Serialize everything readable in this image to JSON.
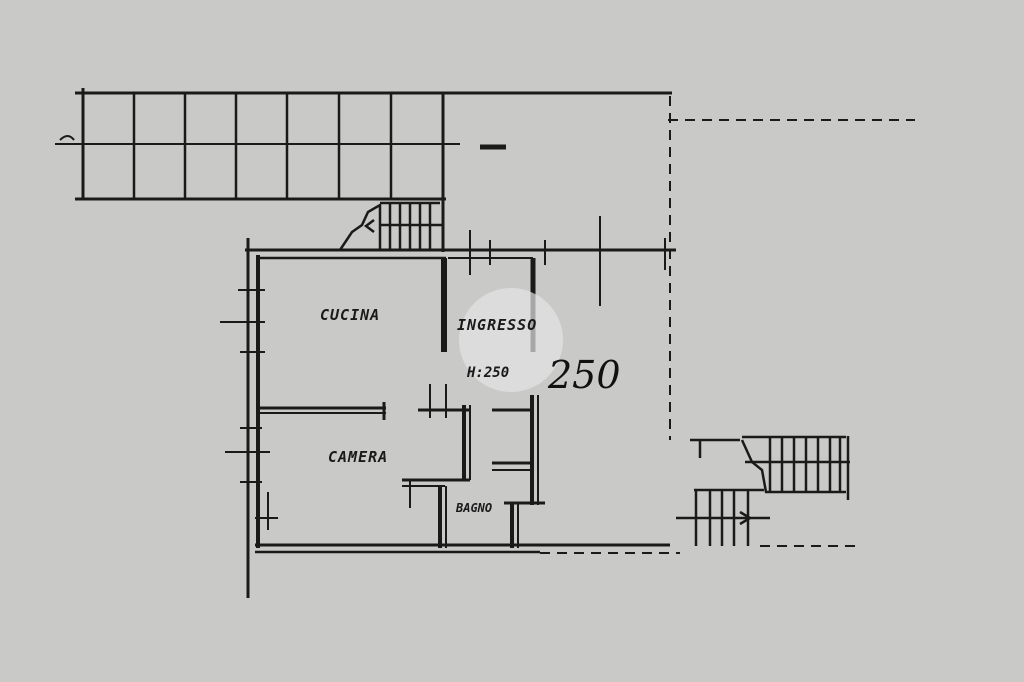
{
  "plan": {
    "rooms": {
      "cucina": "CUCINA",
      "ingresso": "INGRESSO",
      "camera": "CAMERA",
      "bagno": "BAGNO"
    },
    "height_note": "H:250",
    "handwritten_number": "250",
    "colors": {
      "paper": "#c9cac8",
      "ink": "#1a1a1a",
      "watermark": "#e4e4e4"
    }
  }
}
